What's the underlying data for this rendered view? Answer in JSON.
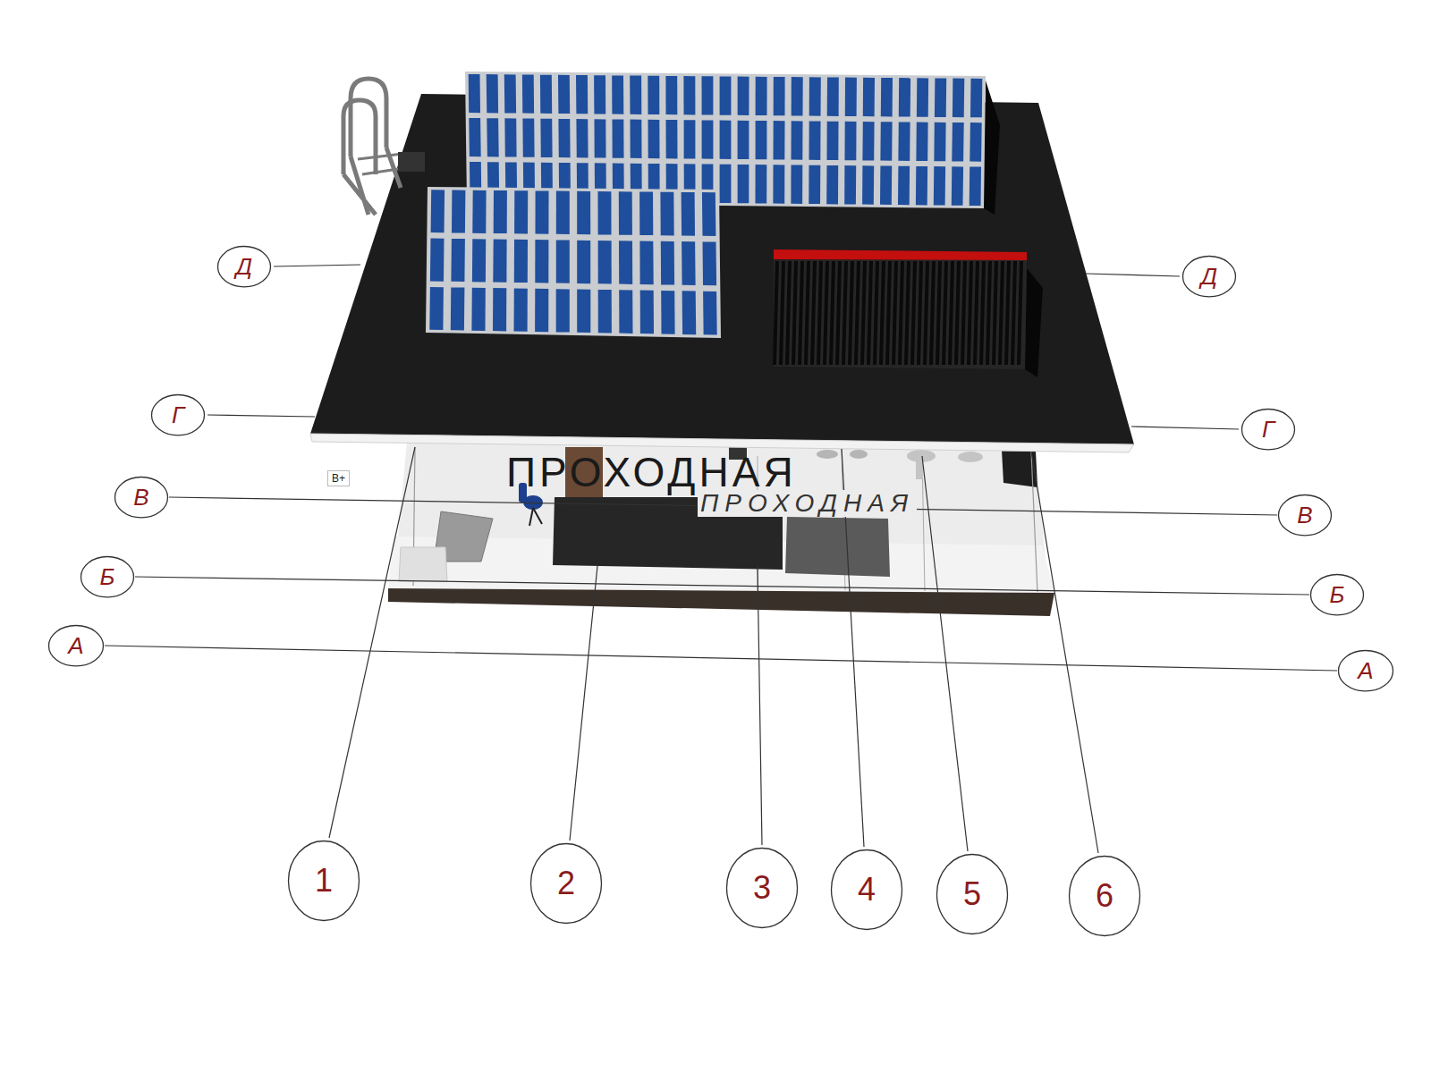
{
  "diagram": {
    "nodes": [
      {
        "text": [
          "Д"
        ]
      },
      {
        "text": [
          "Д"
        ]
      },
      {
        "text": [
          "Г"
        ]
      },
      {
        "text": [
          "Г"
        ]
      },
      {
        "text": [
          "В"
        ]
      },
      {
        "text": [
          "В"
        ]
      },
      {
        "text": [
          "Б"
        ]
      },
      {
        "text": [
          "Б"
        ]
      },
      {
        "text": [
          "А"
        ]
      },
      {
        "text": [
          "А"
        ]
      },
      {
        "text": [
          "1"
        ]
      },
      {
        "text": [
          "2"
        ]
      },
      {
        "text": [
          "3"
        ]
      },
      {
        "text": [
          "4"
        ]
      },
      {
        "text": [
          "5"
        ]
      },
      {
        "text": [
          "6"
        ]
      }
    ],
    "edges": [
      {
        "from": 4,
        "to": 5,
        "arrow": "none"
      },
      {
        "from": 6,
        "to": 7,
        "arrow": "none"
      },
      {
        "from": 8,
        "to": 9,
        "arrow": "none"
      }
    ],
    "labels": [
      "В+",
      "ПРОХОДНАЯ",
      "ПРОХОДНАЯ"
    ]
  }
}
